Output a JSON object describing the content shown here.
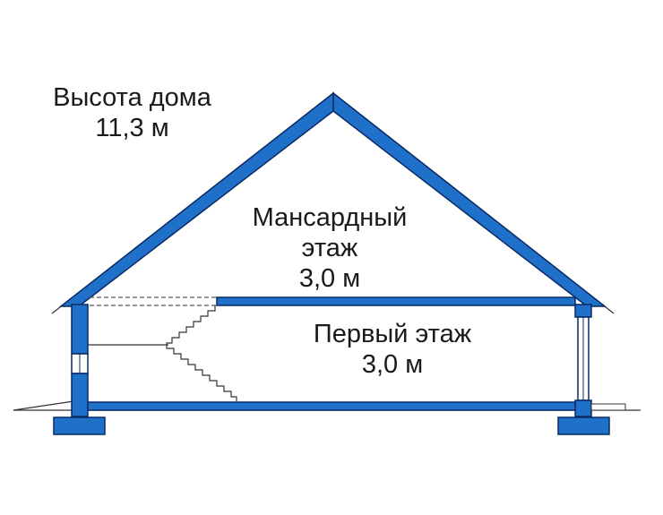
{
  "labels": {
    "house_height": {
      "line1": "Высота дома",
      "line2": "11,3 м"
    },
    "attic_floor": {
      "line1": "Мансардный",
      "line2": "этаж",
      "line3": "3,0 м"
    },
    "ground_floor": {
      "line1": "Первый этаж",
      "line2": "3,0 м"
    }
  },
  "colors": {
    "structure_fill": "#1f70c9",
    "outline": "#0a2a66",
    "thin_line": "#333333",
    "dashed_line": "#555555",
    "text": "#1a1a1a"
  }
}
